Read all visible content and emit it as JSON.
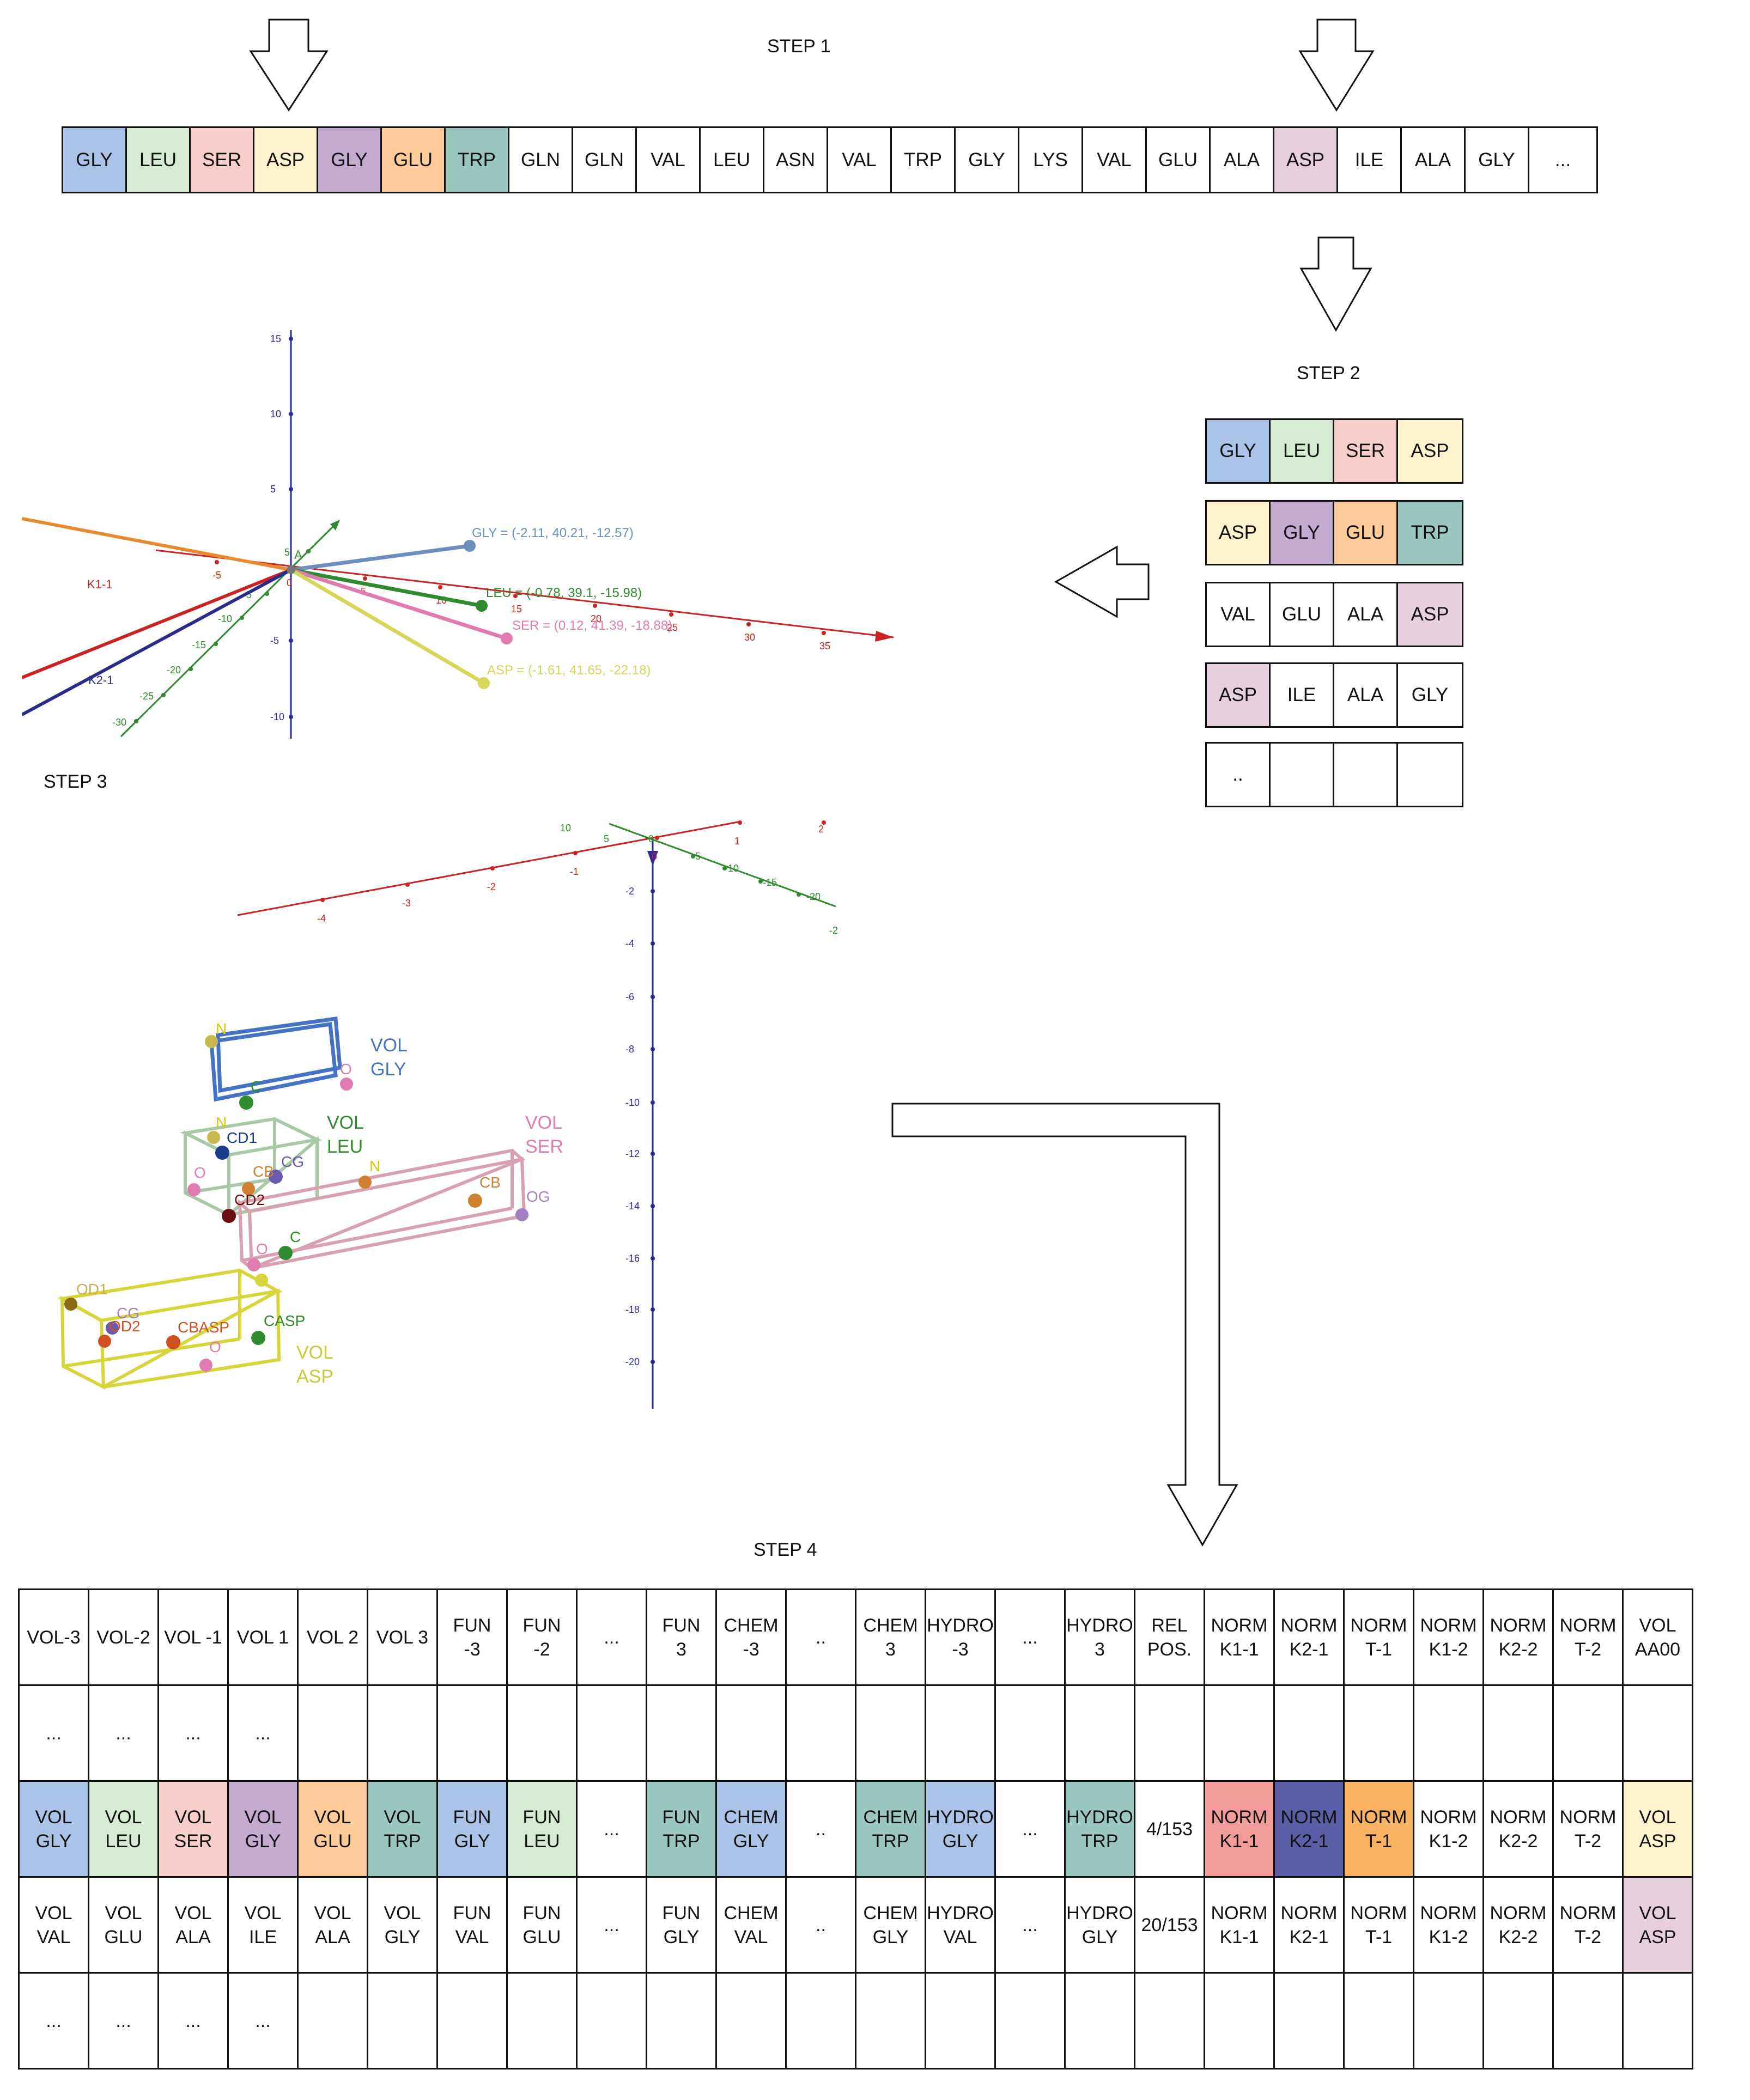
{
  "labels": {
    "step1": "STEP 1",
    "step2": "STEP 2",
    "step3": "STEP 3",
    "step4": "STEP 4"
  },
  "colors": {
    "gly_blue": "#a9c4e8",
    "leu_green": "#d6ead4",
    "ser_pink": "#f8cecc",
    "asp_yellow": "#fff2cc",
    "gly_purple": "#c3abd0",
    "glu_orange": "#ffcc99",
    "trp_teal": "#9ac7bf",
    "asp_mauve": "#e6d0de",
    "norm_red": "#f19c99",
    "norm_navy": "#5b5ea6",
    "norm_orange": "#f8b262"
  },
  "sequence": [
    {
      "label": "GLY",
      "color": "#a9c4e8"
    },
    {
      "label": "LEU",
      "color": "#d6ead4"
    },
    {
      "label": "SER",
      "color": "#f8cecc"
    },
    {
      "label": "ASP",
      "color": "#fff2cc"
    },
    {
      "label": "GLY",
      "color": "#c3abd0"
    },
    {
      "label": "GLU",
      "color": "#ffcc99"
    },
    {
      "label": "TRP",
      "color": "#9ac7bf"
    },
    {
      "label": "GLN",
      "color": ""
    },
    {
      "label": "GLN",
      "color": ""
    },
    {
      "label": "VAL",
      "color": ""
    },
    {
      "label": "LEU",
      "color": ""
    },
    {
      "label": "ASN",
      "color": ""
    },
    {
      "label": "VAL",
      "color": ""
    },
    {
      "label": "TRP",
      "color": ""
    },
    {
      "label": "GLY",
      "color": ""
    },
    {
      "label": "LYS",
      "color": ""
    },
    {
      "label": "VAL",
      "color": ""
    },
    {
      "label": "GLU",
      "color": ""
    },
    {
      "label": "ALA",
      "color": ""
    },
    {
      "label": "ASP",
      "color": "#e6d0de"
    },
    {
      "label": "ILE",
      "color": ""
    },
    {
      "label": "ALA",
      "color": ""
    },
    {
      "label": "GLY",
      "color": ""
    },
    {
      "label": "...",
      "color": ""
    }
  ],
  "windows": [
    [
      {
        "label": "GLY",
        "color": "#a9c4e8"
      },
      {
        "label": "LEU",
        "color": "#d6ead4"
      },
      {
        "label": "SER",
        "color": "#f8cecc"
      },
      {
        "label": "ASP",
        "color": "#fff2cc"
      }
    ],
    [
      {
        "label": "ASP",
        "color": "#fff2cc"
      },
      {
        "label": "GLY",
        "color": "#c3abd0"
      },
      {
        "label": "GLU",
        "color": "#ffcc99"
      },
      {
        "label": "TRP",
        "color": "#9ac7bf"
      }
    ],
    [
      {
        "label": "VAL",
        "color": ""
      },
      {
        "label": "GLU",
        "color": ""
      },
      {
        "label": "ALA",
        "color": ""
      },
      {
        "label": "ASP",
        "color": "#e6d0de"
      }
    ],
    [
      {
        "label": "ASP",
        "color": "#e6d0de"
      },
      {
        "label": "ILE",
        "color": ""
      },
      {
        "label": "ALA",
        "color": ""
      },
      {
        "label": "GLY",
        "color": ""
      }
    ],
    [
      {
        "label": "..",
        "color": ""
      },
      {
        "label": "",
        "color": ""
      },
      {
        "label": "",
        "color": ""
      },
      {
        "label": "",
        "color": ""
      }
    ]
  ],
  "plot1": {
    "vectors": [
      {
        "name": "GLY",
        "label": "GLY = (-2.11, 40.21, -12.57)",
        "color": "#6c8ebf"
      },
      {
        "name": "LEU",
        "label": "LEU = (-0.78, 39.1, -15.98)",
        "color": "#2e8b2e"
      },
      {
        "name": "SER",
        "label": "SER = (0.12, 41.39, -18.88)",
        "color": "#e07bb0"
      },
      {
        "name": "ASP",
        "label": "ASP = (-1.61, 41.65, -22.18)",
        "color": "#d6d65a"
      }
    ],
    "axis_lines": [
      {
        "label": "K1-1",
        "color": "#cc2222"
      },
      {
        "label": "K2-1",
        "color": "#2b2b8a"
      }
    ],
    "x_ticks": [
      "-5",
      "0",
      "5",
      "10",
      "15",
      "20",
      "25",
      "30",
      "35"
    ],
    "z_ticks": [
      "15",
      "10",
      "5",
      "-5",
      "-10"
    ],
    "y_ticks": [
      "5",
      "-5",
      "-10",
      "-15",
      "-20",
      "-25",
      "-30"
    ],
    "origin_label": "A"
  },
  "plot2": {
    "boxes": [
      {
        "label": "VOL\nGLY",
        "color": "#4472c4",
        "atoms": [
          "N",
          "C",
          "O"
        ]
      },
      {
        "label": "VOL\nLEU",
        "color": "#2e8b2e",
        "atoms": [
          "N",
          "CD1",
          "CG",
          "CB",
          "O",
          "CD2"
        ]
      },
      {
        "label": "VOL\nSER",
        "color": "#e07bb0",
        "atoms": [
          "N",
          "CB",
          "OG",
          "C",
          "O"
        ]
      },
      {
        "label": "VOL\nASP",
        "color": "#c9c93a",
        "atoms": [
          "OD1",
          "CG",
          "OD2",
          "CBASP",
          "CASP",
          "O"
        ]
      }
    ],
    "x_ticks": [
      "-4",
      "-3",
      "-2",
      "-1",
      "0",
      "1",
      "2"
    ],
    "y_ticks": [
      "10",
      "5",
      "0",
      "-5",
      "-10",
      "-15",
      "-20",
      "-2"
    ],
    "z_ticks": [
      "-2",
      "-4",
      "-6",
      "-8",
      "-10",
      "-12",
      "-14",
      "-16",
      "-18",
      "-20"
    ]
  },
  "table": {
    "rows": [
      [
        {
          "t": "VOL-3",
          "c": ""
        },
        {
          "t": "VOL-2",
          "c": ""
        },
        {
          "t": "VOL -1",
          "c": ""
        },
        {
          "t": "VOL 1",
          "c": ""
        },
        {
          "t": "VOL 2",
          "c": ""
        },
        {
          "t": "VOL 3",
          "c": ""
        },
        {
          "t": "FUN\n-3",
          "c": ""
        },
        {
          "t": "FUN\n-2",
          "c": ""
        },
        {
          "t": "...",
          "c": ""
        },
        {
          "t": "FUN\n3",
          "c": ""
        },
        {
          "t": "CHEM\n-3",
          "c": ""
        },
        {
          "t": "..",
          "c": ""
        },
        {
          "t": "CHEM\n3",
          "c": ""
        },
        {
          "t": "HYDRO\n-3",
          "c": ""
        },
        {
          "t": "...",
          "c": ""
        },
        {
          "t": "HYDRO\n3",
          "c": ""
        },
        {
          "t": "REL\nPOS.",
          "c": ""
        },
        {
          "t": "NORM\nK1-1",
          "c": ""
        },
        {
          "t": "NORM\nK2-1",
          "c": ""
        },
        {
          "t": "NORM\nT-1",
          "c": ""
        },
        {
          "t": "NORM\nK1-2",
          "c": ""
        },
        {
          "t": "NORM\nK2-2",
          "c": ""
        },
        {
          "t": "NORM\nT-2",
          "c": ""
        },
        {
          "t": "VOL\nAA00",
          "c": ""
        }
      ],
      [
        {
          "t": "...",
          "c": ""
        },
        {
          "t": "...",
          "c": ""
        },
        {
          "t": "...",
          "c": ""
        },
        {
          "t": "...",
          "c": ""
        },
        {
          "t": "",
          "c": ""
        },
        {
          "t": "",
          "c": ""
        },
        {
          "t": "",
          "c": ""
        },
        {
          "t": "",
          "c": ""
        },
        {
          "t": "",
          "c": ""
        },
        {
          "t": "",
          "c": ""
        },
        {
          "t": "",
          "c": ""
        },
        {
          "t": "",
          "c": ""
        },
        {
          "t": "",
          "c": ""
        },
        {
          "t": "",
          "c": ""
        },
        {
          "t": "",
          "c": ""
        },
        {
          "t": "",
          "c": ""
        },
        {
          "t": "",
          "c": ""
        },
        {
          "t": "",
          "c": ""
        },
        {
          "t": "",
          "c": ""
        },
        {
          "t": "",
          "c": ""
        },
        {
          "t": "",
          "c": ""
        },
        {
          "t": "",
          "c": ""
        },
        {
          "t": "",
          "c": ""
        },
        {
          "t": "",
          "c": ""
        }
      ],
      [
        {
          "t": "VOL\nGLY",
          "c": "#a9c4e8"
        },
        {
          "t": "VOL\nLEU",
          "c": "#d6ead4"
        },
        {
          "t": "VOL\nSER",
          "c": "#f8cecc"
        },
        {
          "t": "VOL\nGLY",
          "c": "#c3abd0"
        },
        {
          "t": "VOL\nGLU",
          "c": "#ffcc99"
        },
        {
          "t": "VOL\nTRP",
          "c": "#9ac7bf"
        },
        {
          "t": "FUN\nGLY",
          "c": "#a9c4e8"
        },
        {
          "t": "FUN\nLEU",
          "c": "#d6ead4"
        },
        {
          "t": "...",
          "c": ""
        },
        {
          "t": "FUN\nTRP",
          "c": "#9ac7bf"
        },
        {
          "t": "CHEM\nGLY",
          "c": "#a9c4e8"
        },
        {
          "t": "..",
          "c": ""
        },
        {
          "t": "CHEM\nTRP",
          "c": "#9ac7bf"
        },
        {
          "t": "HYDRO\nGLY",
          "c": "#a9c4e8"
        },
        {
          "t": "...",
          "c": ""
        },
        {
          "t": "HYDRO\nTRP",
          "c": "#9ac7bf"
        },
        {
          "t": "4/153",
          "c": ""
        },
        {
          "t": "NORM\nK1-1",
          "c": "#f19c99"
        },
        {
          "t": "NORM\nK2-1",
          "c": "#5b5ea6"
        },
        {
          "t": "NORM\nT-1",
          "c": "#f8b262"
        },
        {
          "t": "NORM\nK1-2",
          "c": ""
        },
        {
          "t": "NORM\nK2-2",
          "c": ""
        },
        {
          "t": "NORM\nT-2",
          "c": ""
        },
        {
          "t": "VOL\nASP",
          "c": "#fff2cc"
        }
      ],
      [
        {
          "t": "VOL\nVAL",
          "c": ""
        },
        {
          "t": "VOL\nGLU",
          "c": ""
        },
        {
          "t": "VOL\nALA",
          "c": ""
        },
        {
          "t": "VOL\nILE",
          "c": ""
        },
        {
          "t": "VOL\nALA",
          "c": ""
        },
        {
          "t": "VOL\nGLY",
          "c": ""
        },
        {
          "t": "FUN\nVAL",
          "c": ""
        },
        {
          "t": "FUN\nGLU",
          "c": ""
        },
        {
          "t": "...",
          "c": ""
        },
        {
          "t": "FUN\nGLY",
          "c": ""
        },
        {
          "t": "CHEM\nVAL",
          "c": ""
        },
        {
          "t": "..",
          "c": ""
        },
        {
          "t": "CHEM\nGLY",
          "c": ""
        },
        {
          "t": "HYDRO\nVAL",
          "c": ""
        },
        {
          "t": "...",
          "c": ""
        },
        {
          "t": "HYDRO\nGLY",
          "c": ""
        },
        {
          "t": "20/153",
          "c": ""
        },
        {
          "t": "NORM\nK1-1",
          "c": ""
        },
        {
          "t": "NORM\nK2-1",
          "c": ""
        },
        {
          "t": "NORM\nT-1",
          "c": ""
        },
        {
          "t": "NORM\nK1-2",
          "c": ""
        },
        {
          "t": "NORM\nK2-2",
          "c": ""
        },
        {
          "t": "NORM\nT-2",
          "c": ""
        },
        {
          "t": "VOL\nASP",
          "c": "#e6d0de"
        }
      ],
      [
        {
          "t": "...",
          "c": ""
        },
        {
          "t": "...",
          "c": ""
        },
        {
          "t": "...",
          "c": ""
        },
        {
          "t": "...",
          "c": ""
        },
        {
          "t": "",
          "c": ""
        },
        {
          "t": "",
          "c": ""
        },
        {
          "t": "",
          "c": ""
        },
        {
          "t": "",
          "c": ""
        },
        {
          "t": "",
          "c": ""
        },
        {
          "t": "",
          "c": ""
        },
        {
          "t": "",
          "c": ""
        },
        {
          "t": "",
          "c": ""
        },
        {
          "t": "",
          "c": ""
        },
        {
          "t": "",
          "c": ""
        },
        {
          "t": "",
          "c": ""
        },
        {
          "t": "",
          "c": ""
        },
        {
          "t": "",
          "c": ""
        },
        {
          "t": "",
          "c": ""
        },
        {
          "t": "",
          "c": ""
        },
        {
          "t": "",
          "c": ""
        },
        {
          "t": "",
          "c": ""
        },
        {
          "t": "",
          "c": ""
        },
        {
          "t": "",
          "c": ""
        },
        {
          "t": "",
          "c": ""
        }
      ]
    ]
  }
}
